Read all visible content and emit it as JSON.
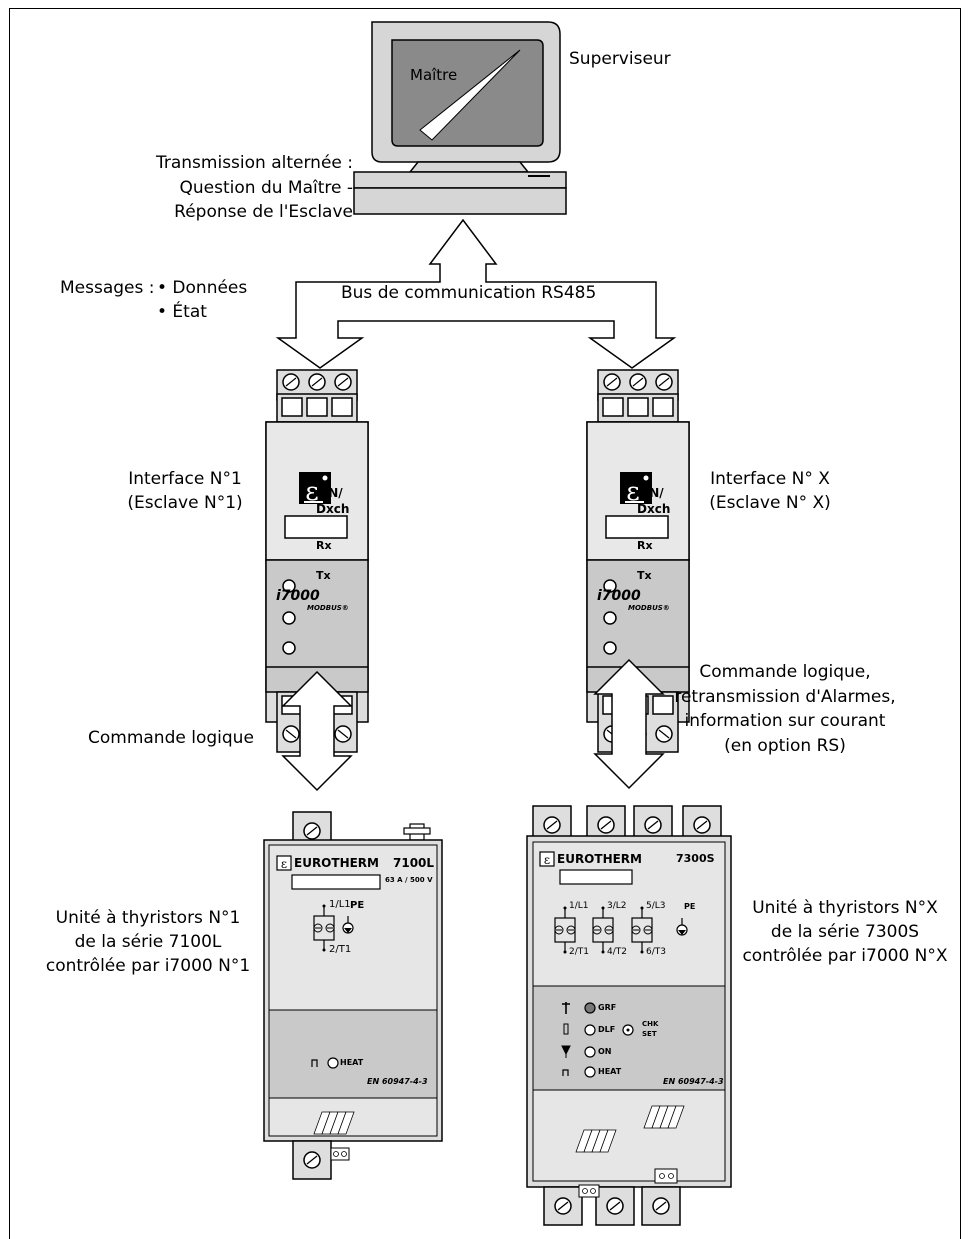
{
  "supervisor": {
    "screen_label": "Maître",
    "label": "Superviseur"
  },
  "transmission": {
    "line1": "Transmission alternée :",
    "line2": "Question du Maître -",
    "line3": "Réponse de l'Esclave"
  },
  "messages": {
    "title": "Messages :",
    "items": [
      "• Données",
      "• État"
    ]
  },
  "bus_label": "Bus de communication RS485",
  "interface_1": {
    "line1": "Interface N°1",
    "line2": "(Esclave N°1)"
  },
  "interface_x": {
    "line1": "Interface N° X",
    "line2": "(Esclave N° X)"
  },
  "i7000_module": {
    "logo": "ε",
    "led_on": "ON/",
    "led_dxch": "Dxch",
    "led_rx": "Rx",
    "led_tx": "Tx",
    "model": "i7000",
    "protocol": "MODBUS®"
  },
  "link_left": "Commande logique",
  "link_right": {
    "line1": "Commande logique,",
    "line2": "retransmission d'Alarmes,",
    "line3": "information sur courant",
    "line4": "(en option RS)"
  },
  "unit_7100": {
    "brand": "EUROTHERM",
    "model": "7100L",
    "rating": "63 A / 500 V",
    "t_l1": "1/L1",
    "t_t1": "2/T1",
    "pe": "PE",
    "heat": "HEAT",
    "norm": "EN 60947-4-3",
    "caption1": "Unité à thyristors N°1",
    "caption2": "de la série 7100L",
    "caption3": "contrôlée par i7000 N°1"
  },
  "unit_7300": {
    "brand": "EUROTHERM",
    "model": "7300S",
    "l1": "1/L1",
    "l2": "3/L2",
    "l3": "5/L3",
    "t1": "2/T1",
    "t2": "4/T2",
    "t3": "6/T3",
    "pe": "PE",
    "grf": "GRF",
    "dlf": "DLF",
    "on": "ON",
    "heat": "HEAT",
    "chk": "CHK",
    "set": "SET",
    "norm": "EN 60947-4-3",
    "caption1": "Unité à thyristors N°X",
    "caption2": "de la série 7300S",
    "caption3": "contrôlée par i7000 N°X"
  }
}
